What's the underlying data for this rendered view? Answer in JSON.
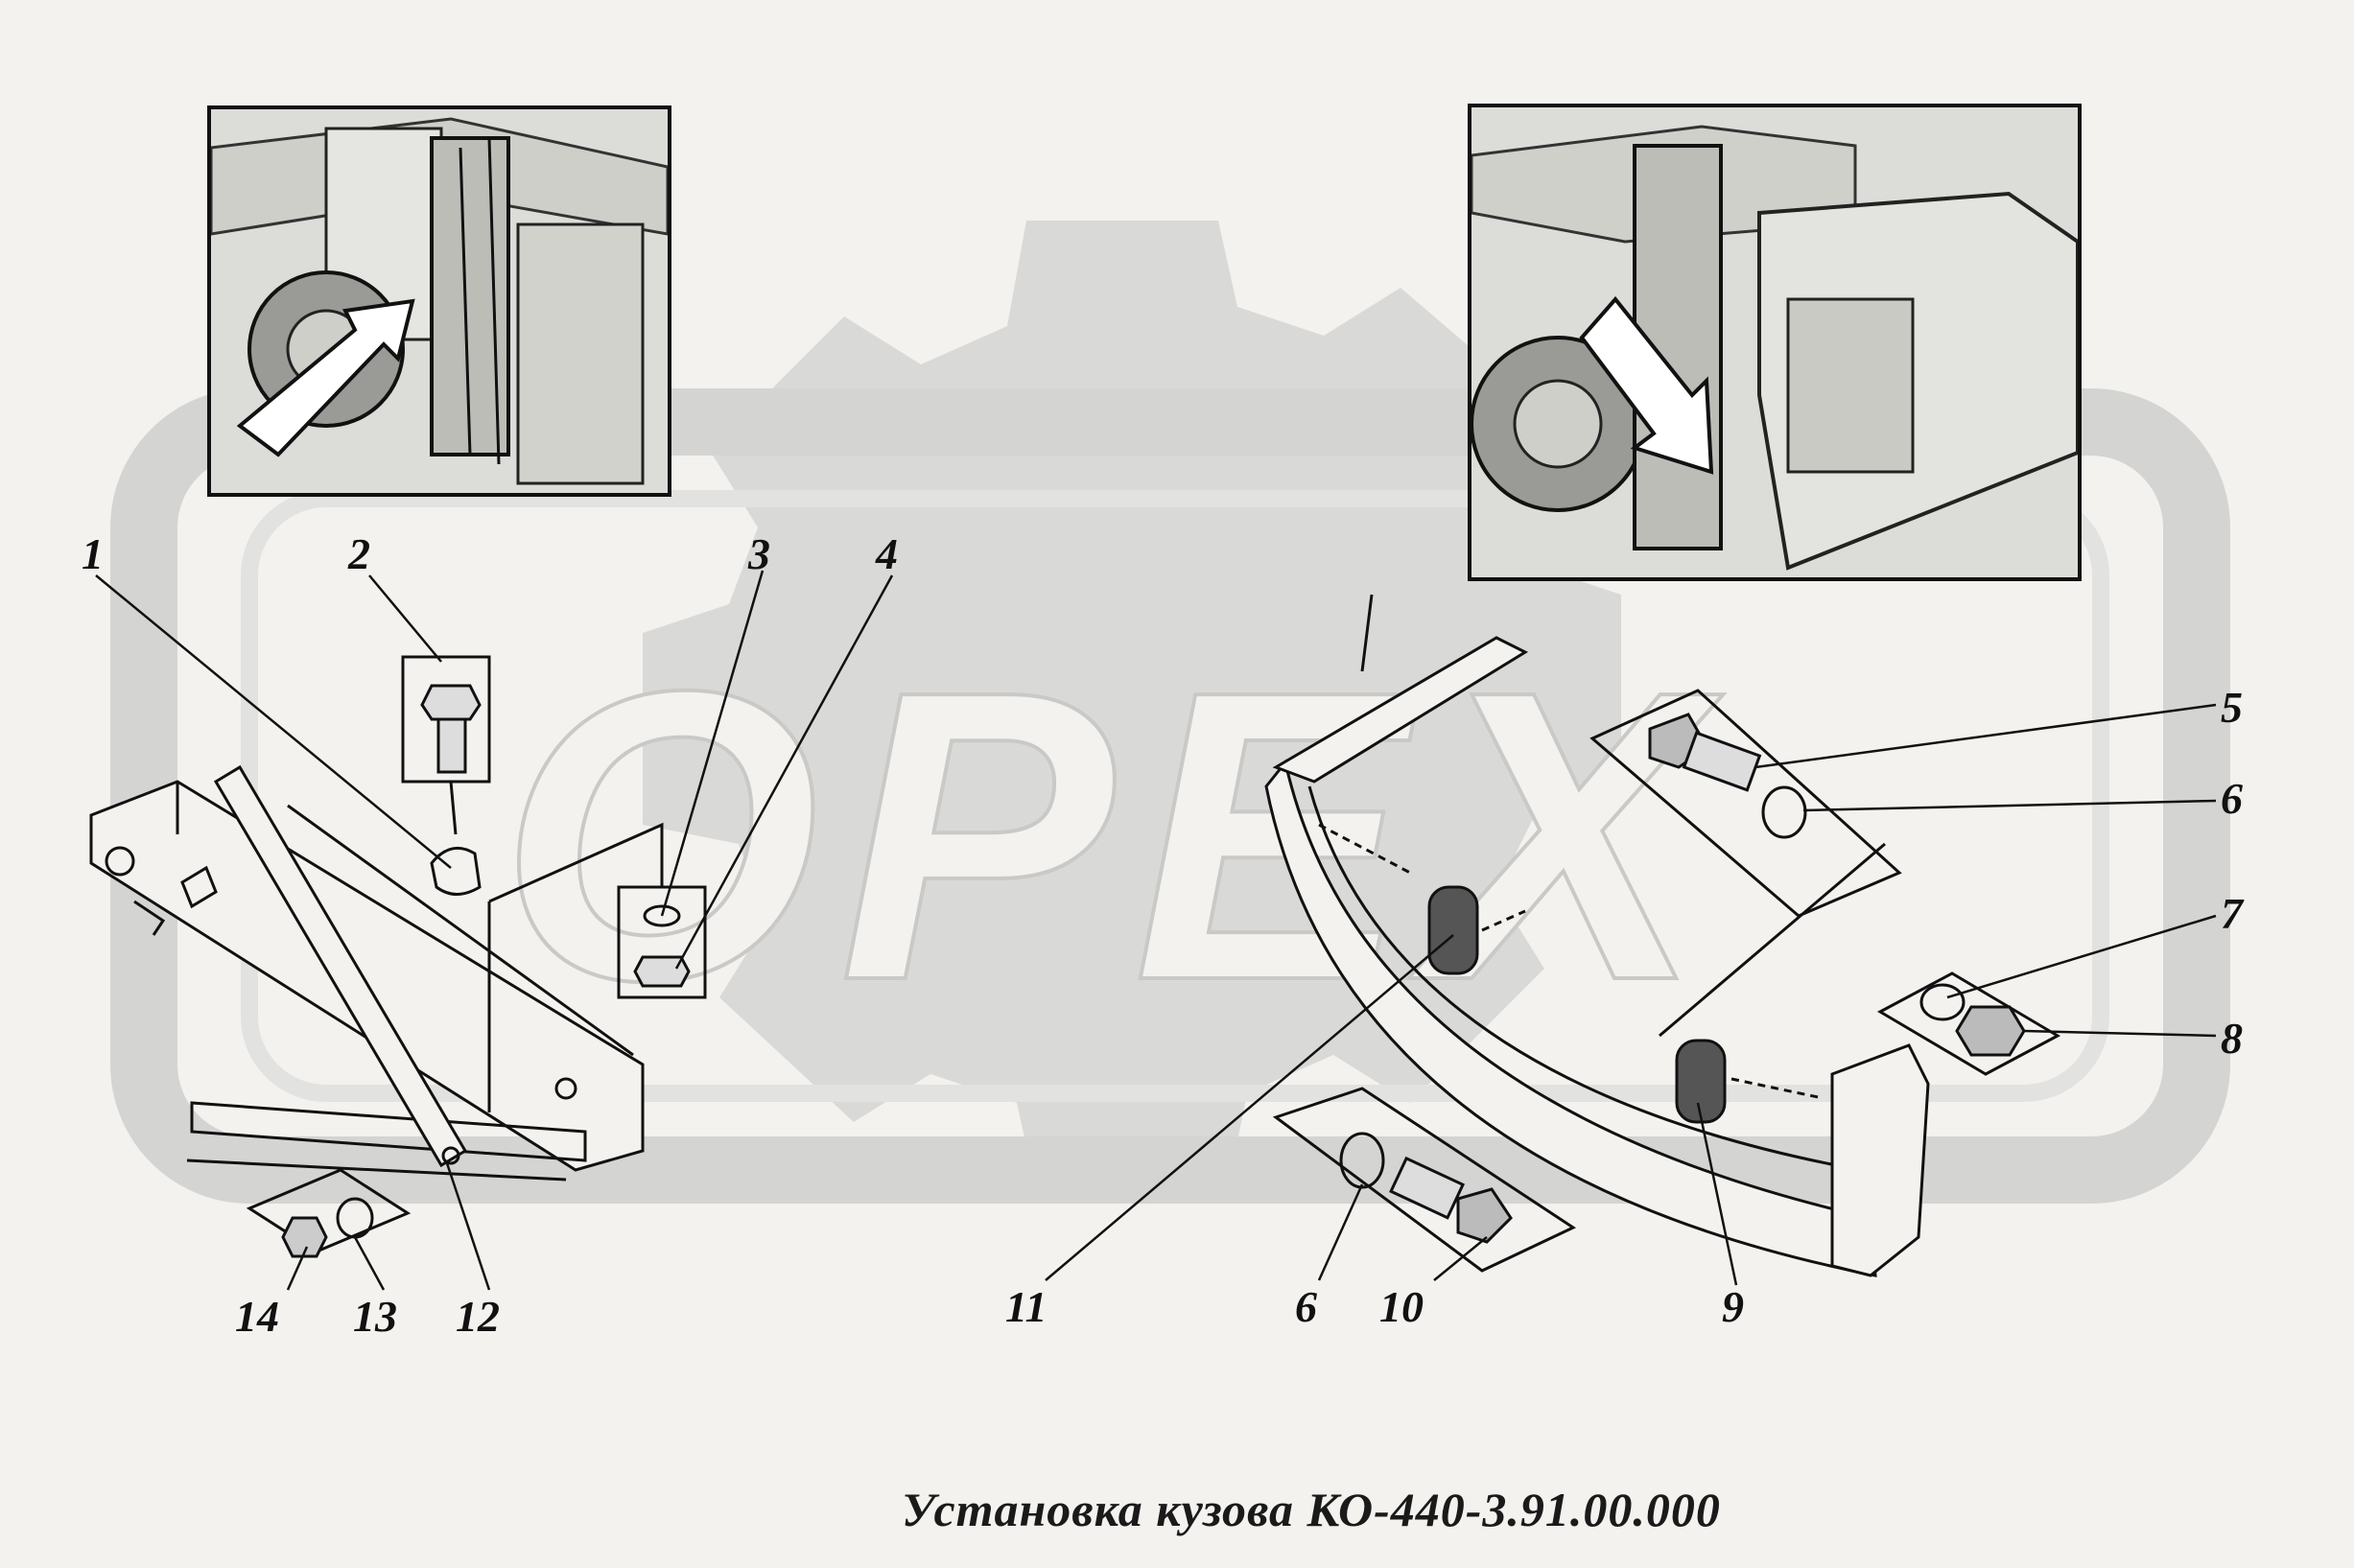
{
  "watermark": {
    "text": "ОРЕХ",
    "gear_icon": "gear-icon"
  },
  "caption": "Установка кузова КО-440-3.91.00.000",
  "callouts": [
    "1",
    "2",
    "3",
    "4",
    "5",
    "6",
    "7",
    "8",
    "9",
    "10",
    "11",
    "12",
    "13",
    "14",
    "6"
  ],
  "insets": {
    "left": "truck-inset-icon",
    "right": "truck-cab-inset-icon"
  }
}
